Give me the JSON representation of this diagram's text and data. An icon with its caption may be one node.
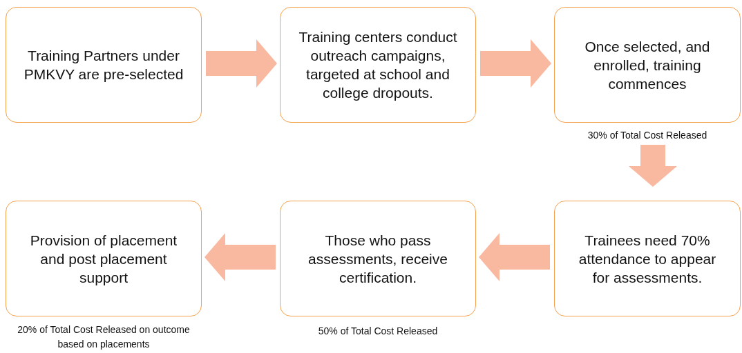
{
  "diagram": {
    "nodes": [
      {
        "text": [
          "Training Partners under PMKVY are pre-selected"
        ]
      },
      {
        "text": [
          "Training centers conduct outreach campaigns, targeted at school and college dropouts."
        ]
      },
      {
        "text": [
          "Once selected, and enrolled, training commences"
        ],
        "beside": [
          "30% of Total Cost Released"
        ]
      },
      {
        "text": [
          "Provision of placement and post placement support"
        ],
        "beside": [
          "20% of Total Cost Released on outcome based on placements"
        ]
      },
      {
        "text": [
          "Those who pass assessments, receive certification."
        ],
        "beside": [
          "50% of Total Cost Released"
        ]
      },
      {
        "text": [
          "Trainees need 70% attendance to appear for assessments."
        ]
      }
    ],
    "edges": [
      {
        "from": 0,
        "to": 1,
        "arrow": "to"
      },
      {
        "from": 1,
        "to": 2,
        "arrow": "to"
      },
      {
        "from": 2,
        "to": 5,
        "arrow": "to"
      },
      {
        "from": 5,
        "to": 4,
        "arrow": "to"
      },
      {
        "from": 4,
        "to": 3,
        "arrow": "to"
      }
    ]
  }
}
